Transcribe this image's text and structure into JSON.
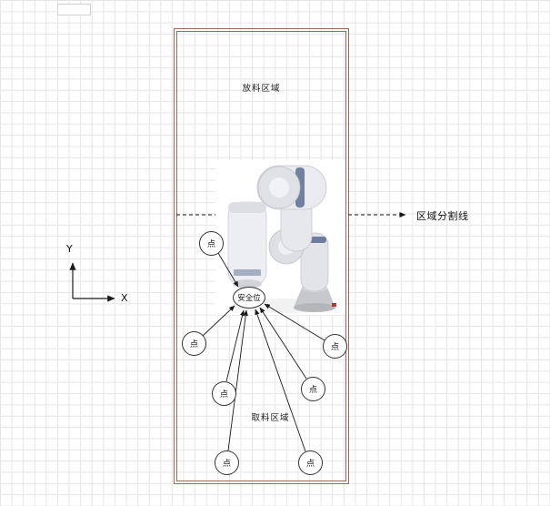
{
  "labels": {
    "top_zone": "放料区域",
    "bottom_zone": "取料区域",
    "divider": "区域分割线",
    "safe_position": "安全位",
    "axis_x": "X",
    "axis_y": "Y"
  },
  "points": [
    {
      "label": "点"
    },
    {
      "label": "点"
    },
    {
      "label": "点"
    },
    {
      "label": "点"
    },
    {
      "label": "点"
    },
    {
      "label": "点"
    },
    {
      "label": "点"
    }
  ],
  "colors": {
    "region_border": "#a2675c",
    "grid_line": "#e5e5e5",
    "line": "#1a1a1a",
    "robot_body": "#e9ebef",
    "robot_joint": "#5d6e91",
    "robot_base_mark": "#b03a2e"
  }
}
